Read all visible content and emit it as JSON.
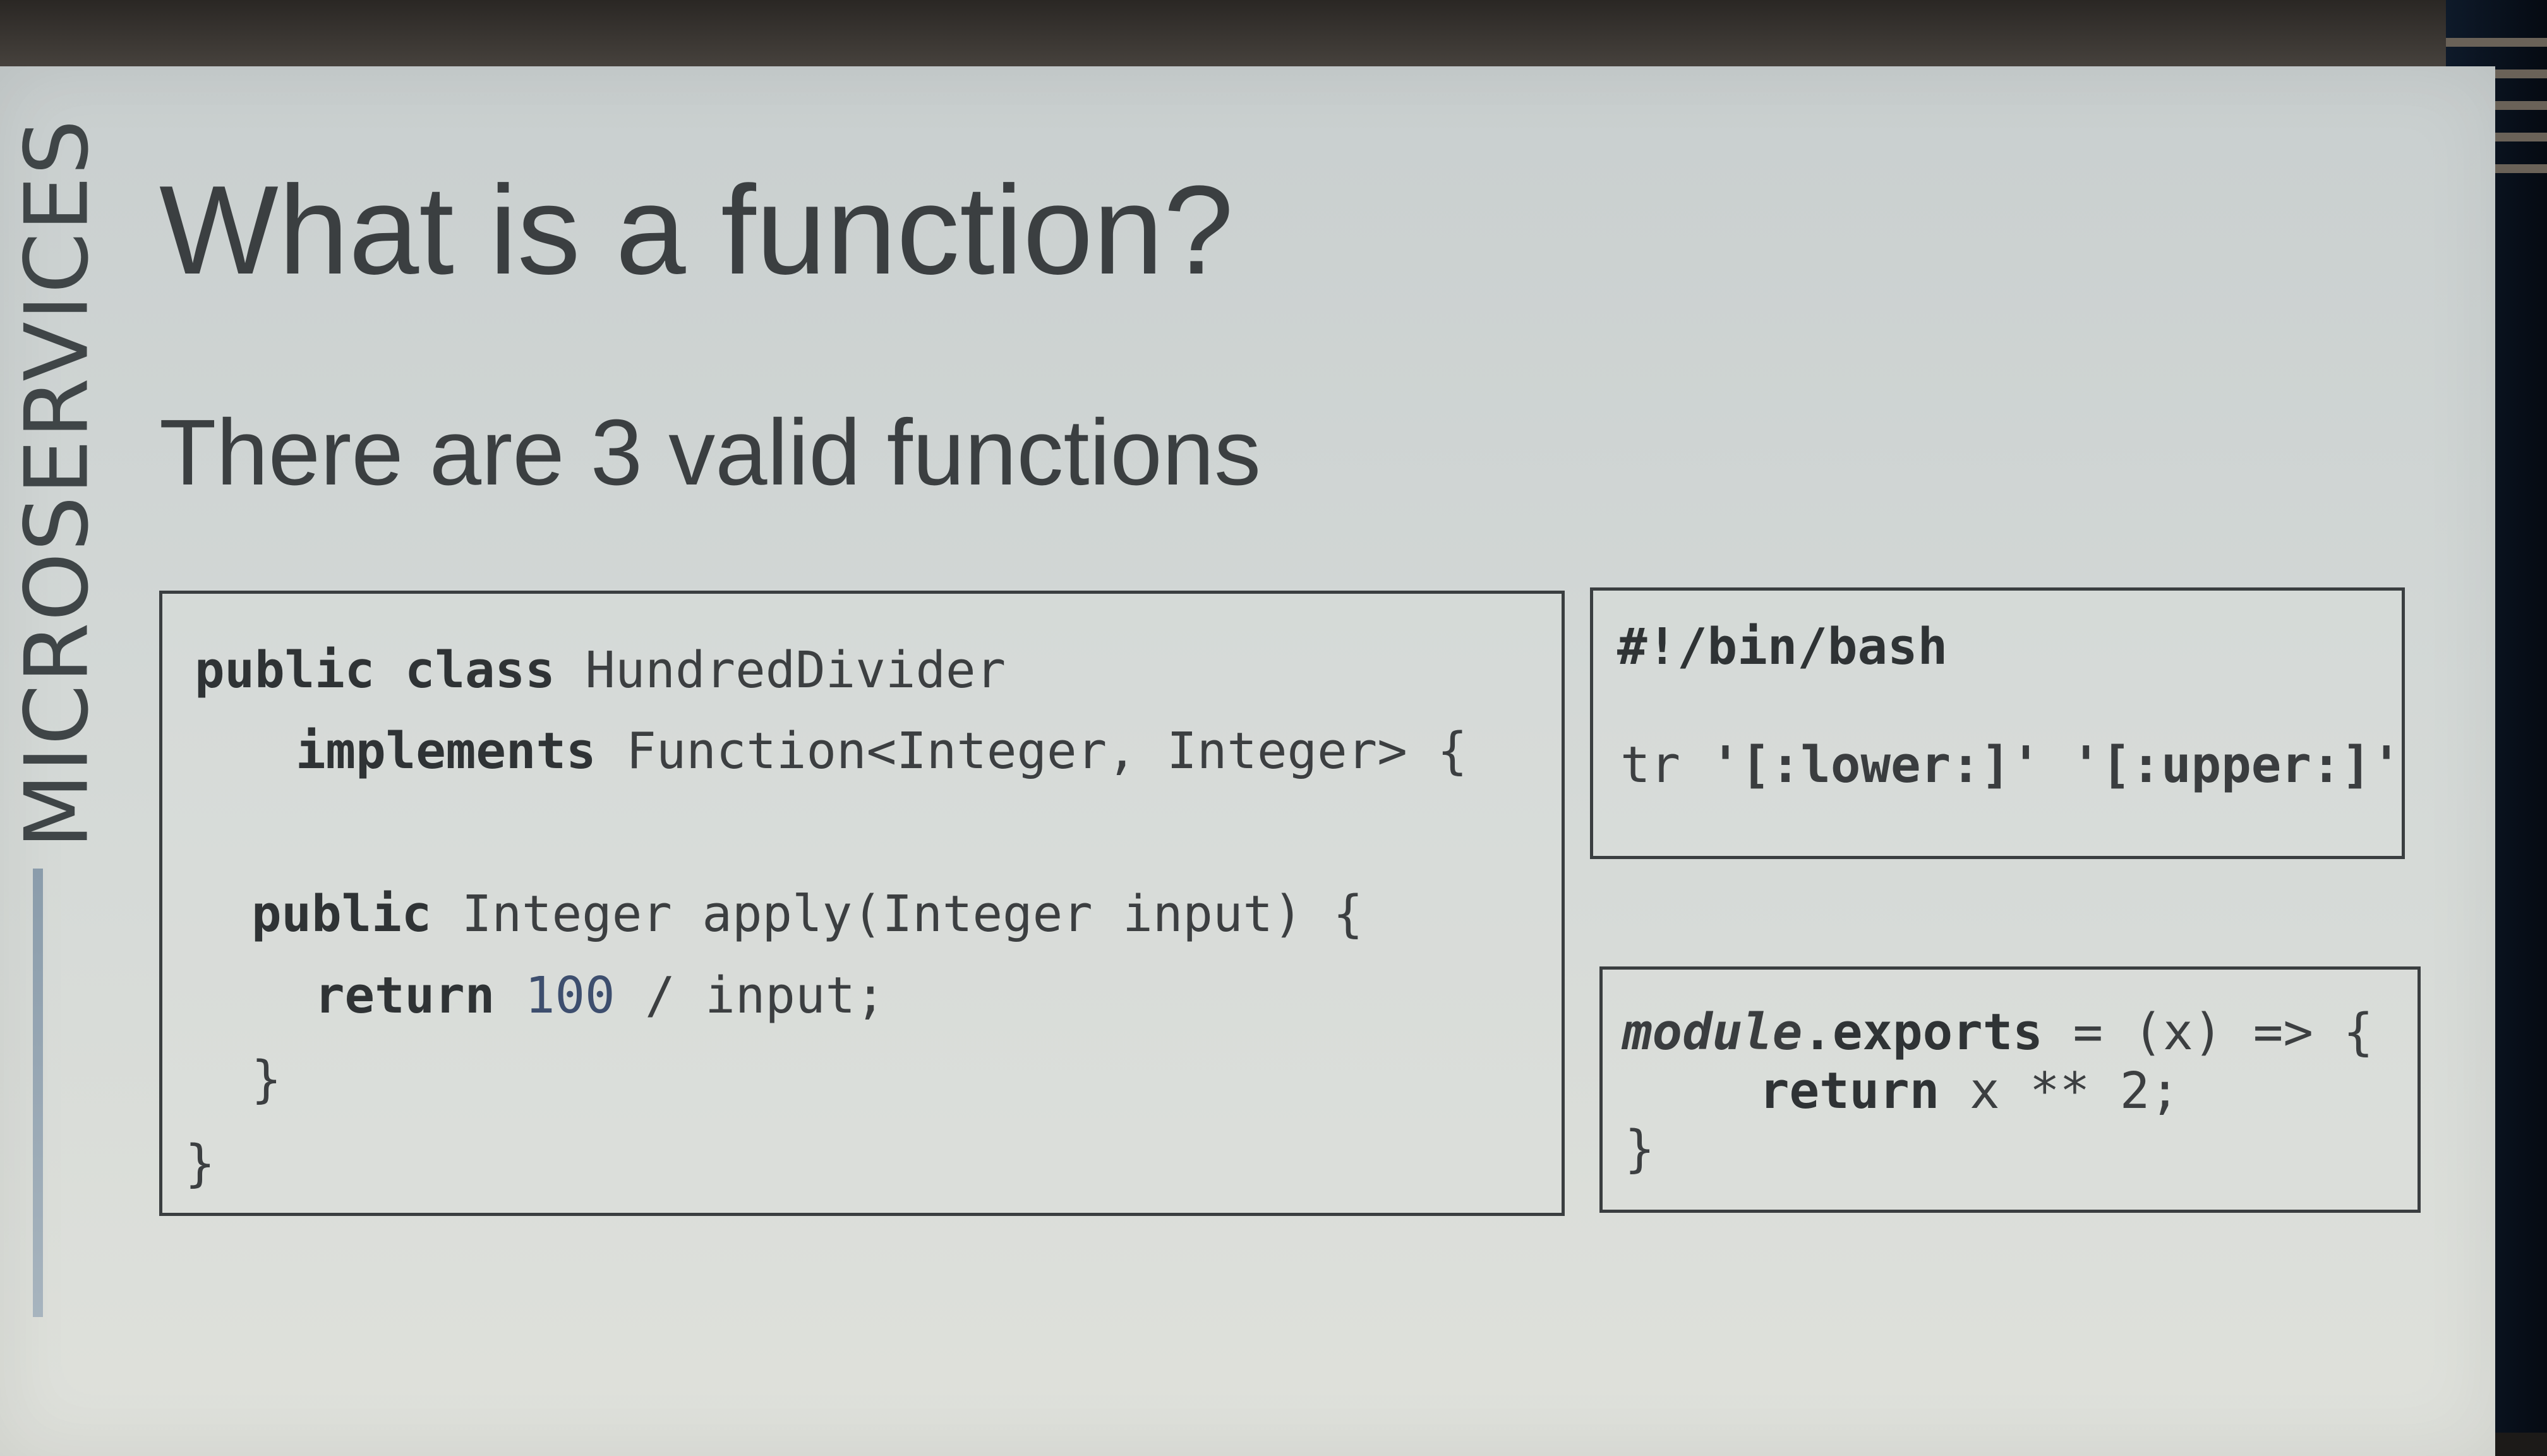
{
  "slide": {
    "side_label": "MICROSERVICES",
    "title": "What is a function?",
    "subtitle": "There are 3 valid functions"
  },
  "java_box": {
    "l1_kw1": "public",
    "l1_kw2": "class",
    "l1_name": "HundredDivider",
    "l2_kw": "implements",
    "l2_rest": "Function<Integer, Integer> {",
    "l3_kw": "public",
    "l3_rest": "Integer apply(Integer input) {",
    "l4_kw": "return",
    "l4_num": "100",
    "l4_rest": "/ input;",
    "l5": "}",
    "l6": "}"
  },
  "bash_box": {
    "shebang": "#!/bin/bash",
    "cmd": "tr",
    "arg1": "'[:lower:]'",
    "arg2": "'[:upper:]'"
  },
  "js_box": {
    "l1_module": "module",
    "l1_exports": ".exports",
    "l1_rest": "= (x) => {",
    "l2_kw": "return",
    "l2_rest": "x ** 2;",
    "l3": "}"
  }
}
